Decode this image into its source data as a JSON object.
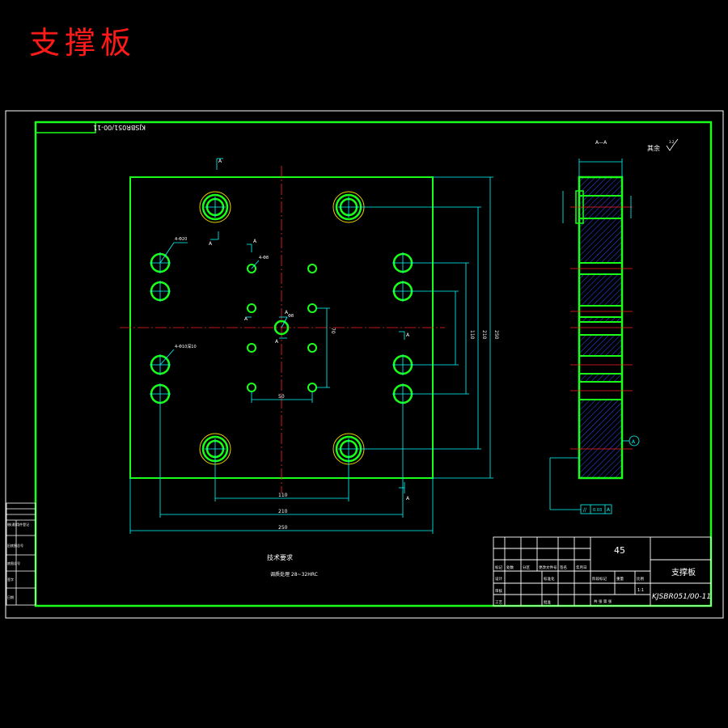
{
  "title": "支撑板",
  "frame": {
    "rotated_code": "KJSBR051/00-11"
  },
  "section_label": "A—A",
  "roughness_note": "其余",
  "roughness_value": "3.2",
  "view_marks": {
    "section": "A"
  },
  "datum_label": "A",
  "tolerance_frame": {
    "symbol": "//",
    "value": "0.03",
    "datum": "A"
  },
  "tech_requirements": {
    "title": "技术要求",
    "line1": "调质处理 28~32HRC"
  },
  "dimensions": {
    "overall_width": "250",
    "hole_span_x": "210",
    "pin_span_x": "110",
    "small_span_x": "50",
    "overall_height": "250",
    "hole_span_y1": "210",
    "hole_span_y2": "110",
    "small_span_y": "70",
    "center_dia": "Φ8",
    "hole_note_1": "4-Φ20",
    "hole_note_2": "4-Φ8",
    "hole_note_3": "4-Φ10深10"
  },
  "title_block": {
    "material": "45",
    "part_name": "支撑板",
    "drawing_no": "KJSBR051/00-11",
    "scale": "1:1",
    "rev_headers": [
      "标记",
      "处数",
      "分区",
      "更改文件号",
      "签名",
      "年月日"
    ],
    "row_labels": [
      "设计",
      "审核",
      "工艺"
    ],
    "mid_labels": [
      "标准化",
      "批准"
    ],
    "stage_headers": [
      "阶段标记",
      "重量",
      "比例"
    ],
    "sheet_text": "共 张 第 张"
  },
  "side_table": {
    "rows": [
      "借(通)用件登记",
      "旧底图总号",
      "底图总号",
      "签字",
      "日期"
    ]
  }
}
